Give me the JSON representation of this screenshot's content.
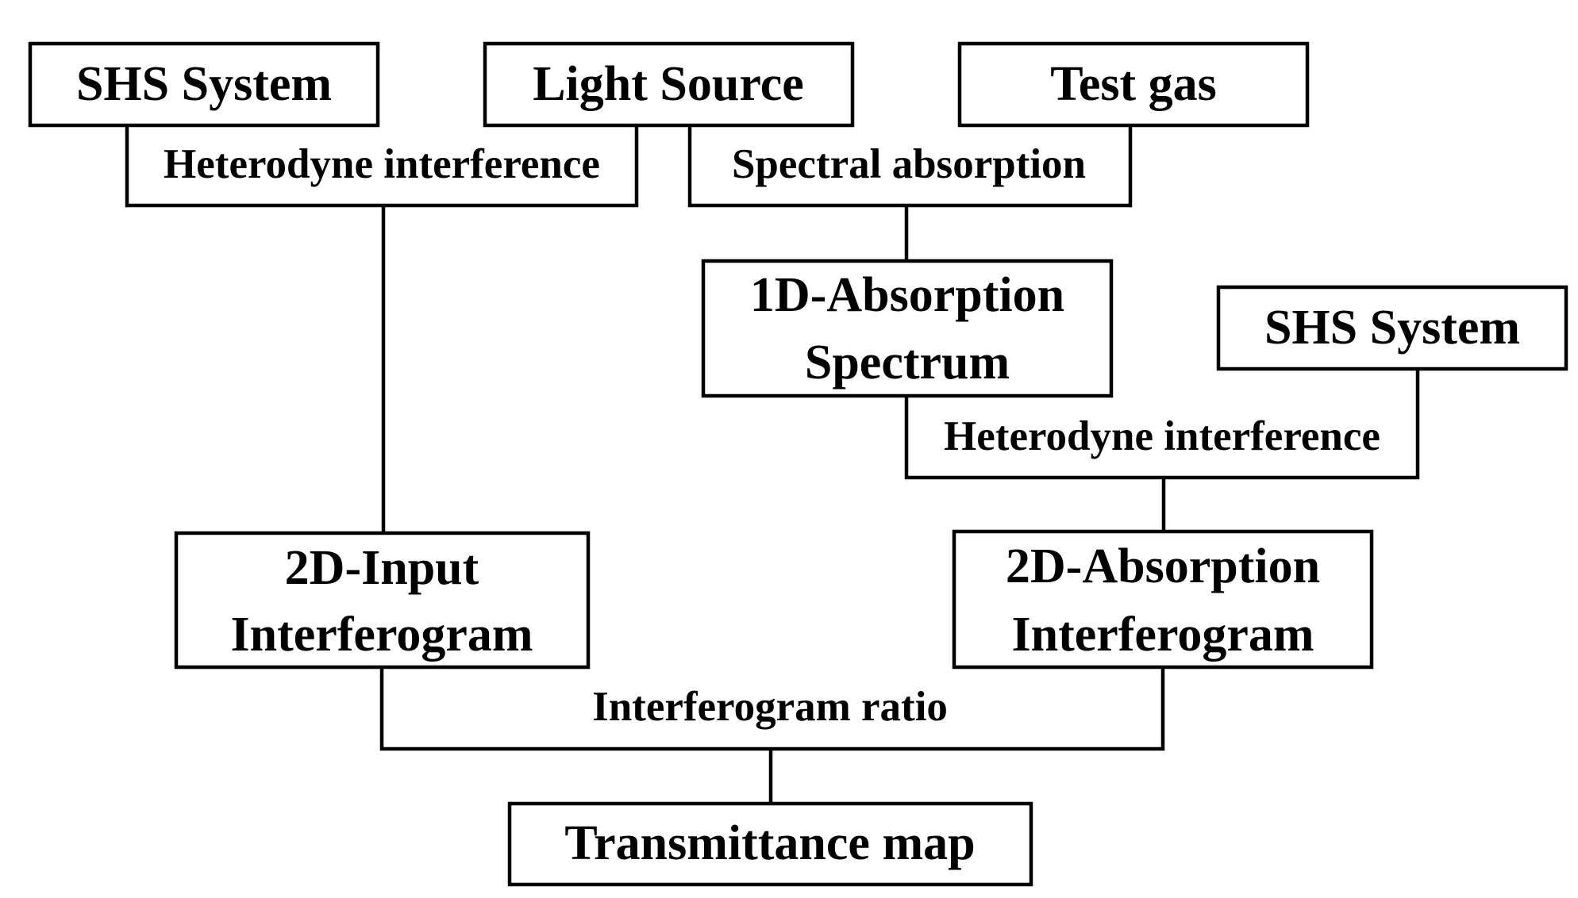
{
  "nodes": {
    "shs_system_left": "SHS System",
    "light_source": "Light Source",
    "test_gas": "Test gas",
    "absorption_1d_line1": "1D-Absorption",
    "absorption_1d_line2": "Spectrum",
    "shs_system_right": "SHS System",
    "input_2d_line1": "2D-Input",
    "input_2d_line2": "Interferogram",
    "absorption_2d_line1": "2D-Absorption",
    "absorption_2d_line2": "Interferogram",
    "transmittance_map": "Transmittance map"
  },
  "processes": {
    "heterodyne_left": "Heterodyne interference",
    "spectral_absorption": "Spectral absorption",
    "heterodyne_right": "Heterodyne interference",
    "interferogram_ratio": "Interferogram ratio"
  }
}
